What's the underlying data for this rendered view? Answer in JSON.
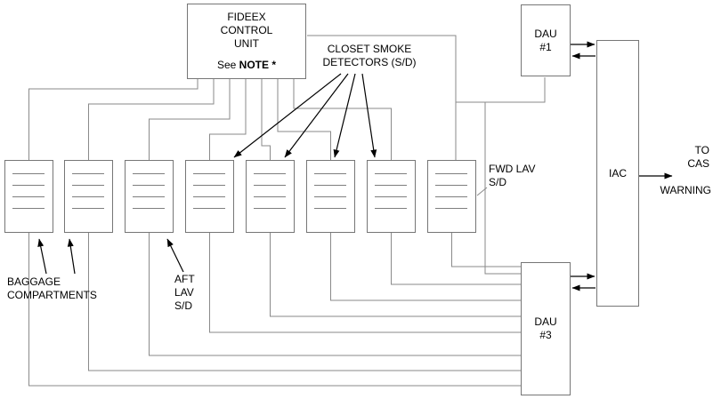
{
  "nodes": {
    "fideex": {
      "lines": [
        "FIDEEX",
        "CONTROL",
        "UNIT"
      ],
      "note_pre": "See ",
      "note_bold": "NOTE *"
    },
    "dau1": {
      "lines": [
        "DAU",
        "#1"
      ]
    },
    "dau3": {
      "lines": [
        "DAU",
        "#3"
      ]
    },
    "iac": {
      "label": "IAC"
    }
  },
  "labels": {
    "closet": [
      "CLOSET SMOKE",
      "DETECTORS (S/D)"
    ],
    "fwd_lav": [
      "FWD LAV",
      "S/D"
    ],
    "aft_lav": [
      "AFT",
      "LAV",
      "S/D"
    ],
    "baggage": [
      "BAGGAGE",
      "COMPARTMENTS"
    ],
    "cas": [
      "TO",
      "CAS",
      "WARNING"
    ]
  },
  "detector_count": 8,
  "colors": {
    "background": "#ffffff",
    "box_border": "#767676",
    "connector_line": "#8a8a8a",
    "arrow": "#000000",
    "text": "#000000"
  }
}
